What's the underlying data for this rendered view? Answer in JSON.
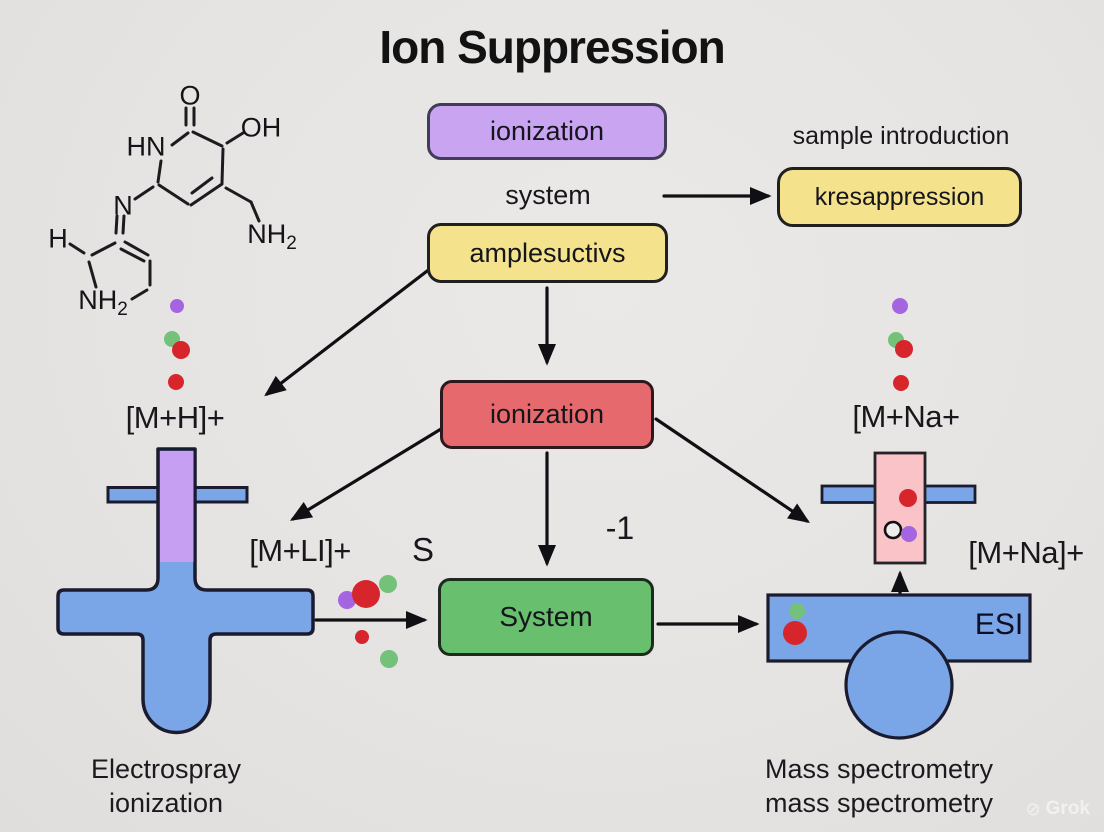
{
  "title": "Ion Suppression",
  "molecule": {
    "o": "O",
    "oh": "OH",
    "hn": "HN",
    "nh2_right": {
      "main": "NH",
      "sub": "2"
    },
    "n": "N",
    "h": "H",
    "nh2_bottom": {
      "main": "NH",
      "sub": "2"
    }
  },
  "flow": {
    "ionization_top_box": "ionization",
    "system_label": "system",
    "samples_box": "amplesuctivs",
    "sample_introduction_label": "sample introduction",
    "suppression_box": "kresappression",
    "ionization_center_box": "ionization",
    "system_box": "System",
    "minus_one_label": "-1",
    "s_label": "S"
  },
  "ions": {
    "m_plus_h": "[M+H]+",
    "m_plus_li": "[M+LI]+",
    "m_plus_na_partial": "[M+Na+",
    "m_plus_na": "[M+Na]+"
  },
  "instruments": {
    "esi_label": "ESI",
    "electrospray_caption": {
      "line1": "Electrospray",
      "line2": "ionization"
    },
    "mass_spec_caption": {
      "line1": "Mass spectrometry",
      "line2": "mass spectrometry"
    }
  },
  "watermark": "Grok",
  "colors": {
    "background": "#e7e5e3",
    "box_purple": "#c9a4f1",
    "box_yellow": "#f5e28d",
    "box_red": "#e66a6d",
    "box_green": "#68bf6e",
    "device_blue": "#7aa6e8",
    "tube_purple": "#c69ef2",
    "capillary_pink": "#f9c3c8",
    "dot_purple": "#a564e0",
    "dot_green": "#74c17a",
    "dot_red": "#d6262c",
    "outline_dark": "#1b1b30"
  }
}
